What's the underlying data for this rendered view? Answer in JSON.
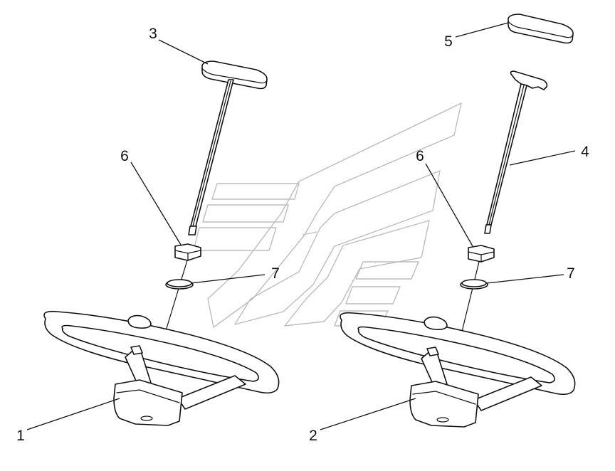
{
  "diagram": {
    "callouts": [
      {
        "id": "callout-1",
        "label": "1"
      },
      {
        "id": "callout-2",
        "label": "2"
      },
      {
        "id": "callout-3",
        "label": "3"
      },
      {
        "id": "callout-4",
        "label": "4"
      },
      {
        "id": "callout-5",
        "label": "5"
      },
      {
        "id": "callout-6-left",
        "label": "6"
      },
      {
        "id": "callout-6-right",
        "label": "6"
      },
      {
        "id": "callout-7-left",
        "label": "7"
      },
      {
        "id": "callout-7-right",
        "label": "7"
      }
    ],
    "parts": [
      "steering-wheel-left",
      "steering-wheel-right",
      "horn-cap-left",
      "horn-cap-right",
      "shaft-left",
      "shaft-right",
      "nut-left",
      "nut-right",
      "washer-left",
      "washer-right"
    ],
    "watermark": "manufacturer-logo-watermark"
  }
}
